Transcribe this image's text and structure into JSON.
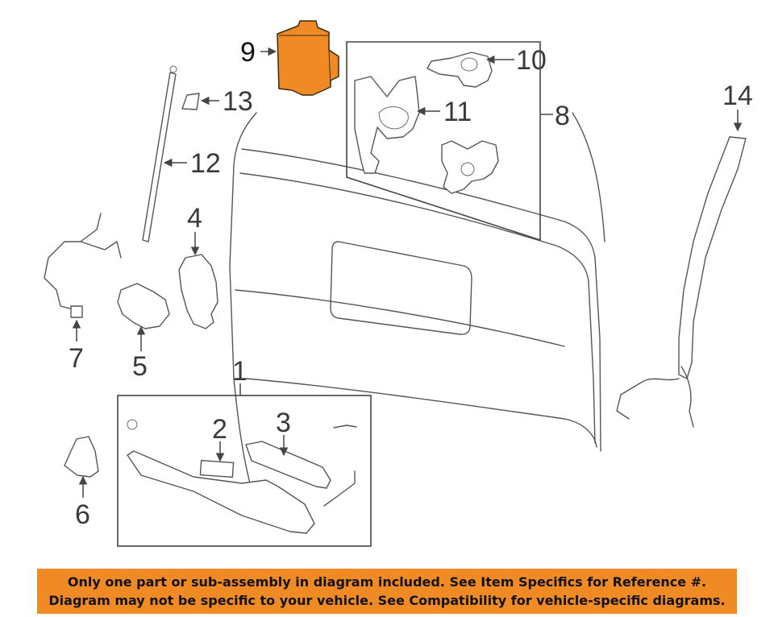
{
  "callouts": {
    "c1": "1",
    "c2": "2",
    "c3": "3",
    "c4": "4",
    "c5": "5",
    "c6": "6",
    "c7": "7",
    "c8": "8",
    "c9": "9",
    "c10": "10",
    "c11": "11",
    "c12": "12",
    "c13": "13",
    "c14": "14"
  },
  "highlight_color": "#f08a24",
  "banner": {
    "line1": "Only one part or sub-assembly in diagram included. See Item Specifics for Reference #.",
    "line2": "Diagram may not be specific to your vehicle. See Compatibility for vehicle-specific diagrams."
  }
}
